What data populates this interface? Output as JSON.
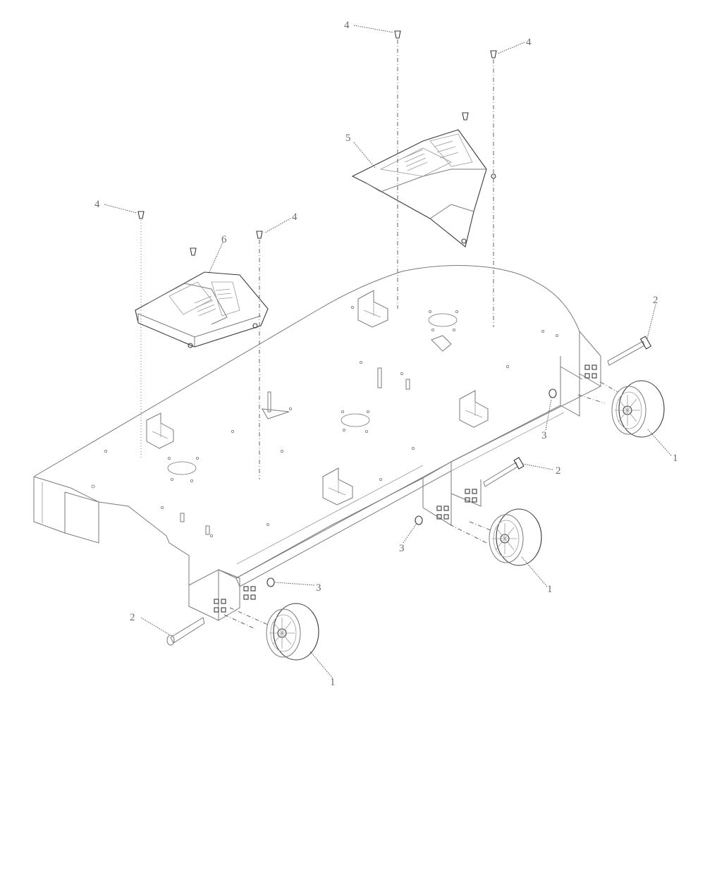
{
  "callouts": {
    "wheel": "1",
    "axle_bolt": "2",
    "spacer": "3",
    "screw": "4",
    "cover_right": "5",
    "cover_left": "6"
  },
  "icons": [
    "deck-assembly",
    "gauge-wheel",
    "belt-cover"
  ]
}
